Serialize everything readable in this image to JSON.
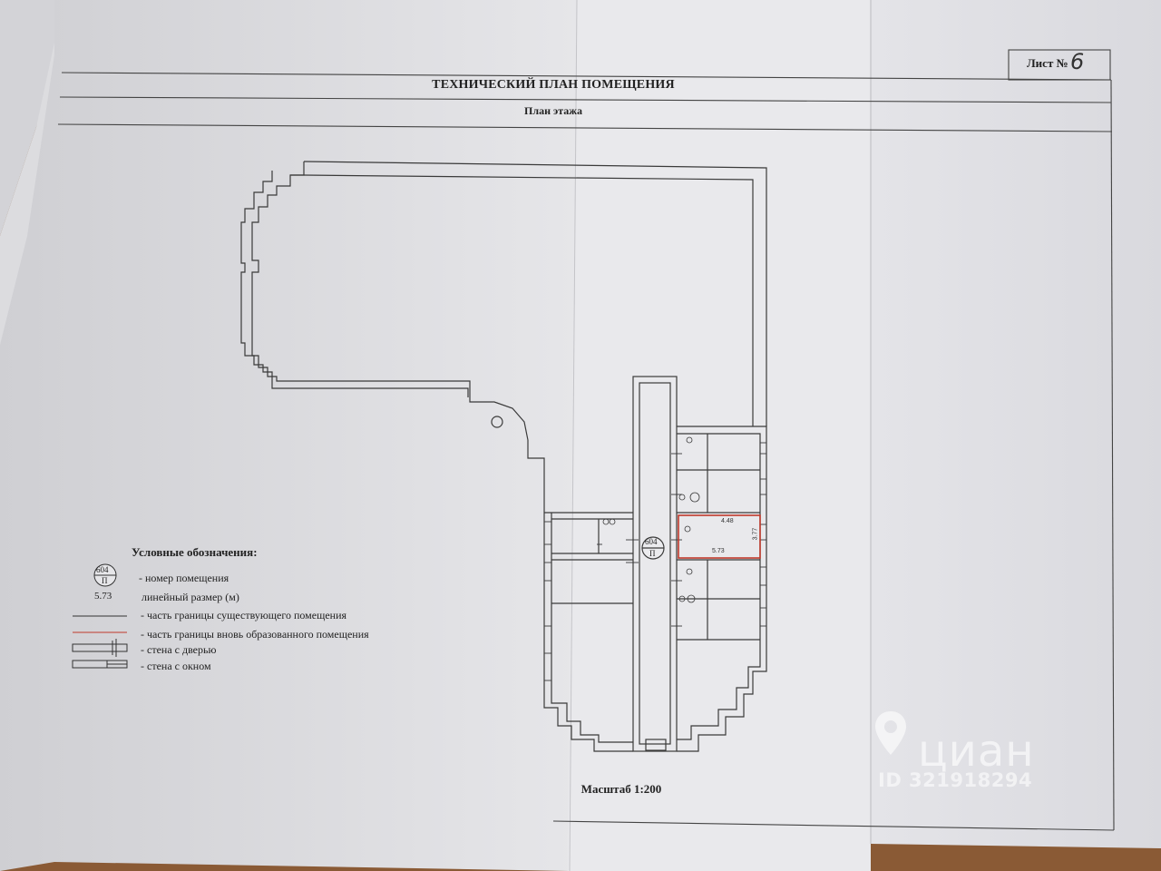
{
  "document": {
    "title": "ТЕХНИЧЕСКИЙ ПЛАН ПОМЕЩЕНИЯ",
    "subtitle": "План этажа",
    "sheet_label": "Лист №",
    "sheet_number": "6",
    "scale": "Масштаб 1:200"
  },
  "plan": {
    "room_number": "604",
    "room_letter": "П",
    "room_width": "4.48",
    "room_length": "5.73",
    "room_side": "3.77"
  },
  "legend": {
    "title": "Условные обозначения:",
    "symbol_number": "604",
    "symbol_letter": "П",
    "symbol_size": "5.73",
    "items": [
      "- номер помещения",
      "линейный размер (м)",
      "- часть границы существующего помещения",
      "- часть границы вновь образованного помещения",
      "- стена с  дверью",
      "- стена с окном"
    ]
  },
  "watermark": {
    "logo_text": "циан",
    "id_text": "ID 321918294"
  },
  "colors": {
    "paper": "#ebebee",
    "line": "#3a3a3a",
    "new_boundary": "#c0392b",
    "table": "#8a5a35"
  }
}
